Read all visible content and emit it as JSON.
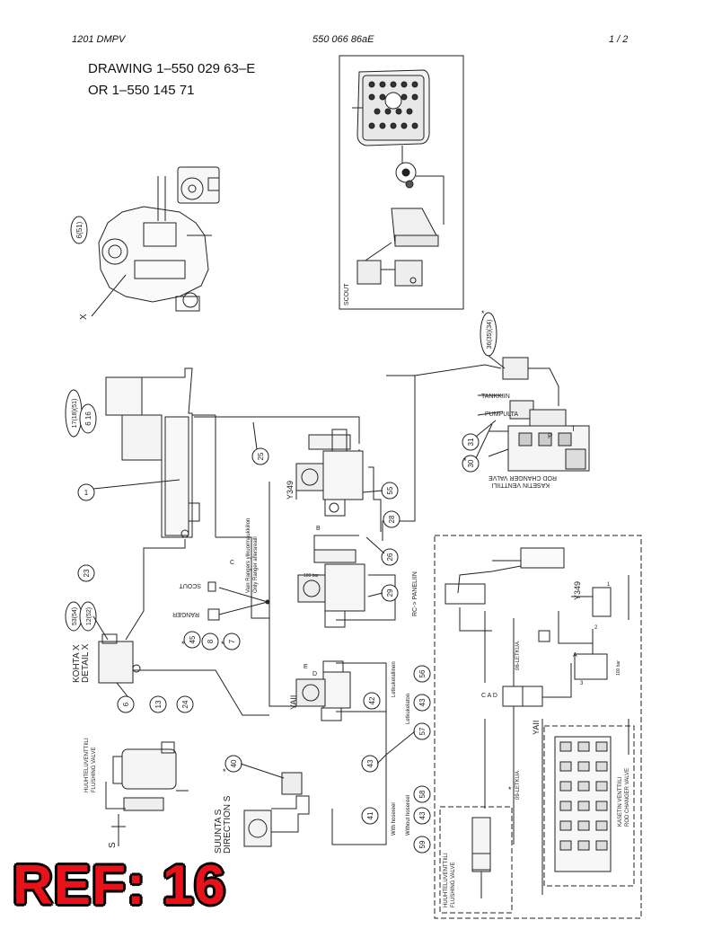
{
  "header": {
    "model": "1201  DMPV",
    "doc_number": "550 066 86aE",
    "page": "1 /  2"
  },
  "drawing_ref": {
    "line1": "DRAWING 1–550 029 63–E",
    "line2": "OR 1–550 145 71"
  },
  "labels": {
    "scout_box": "SCOUT",
    "tankkiin": "TANKKIIN",
    "pumpulta": "PUMPULTA",
    "kasetin_ventiili": "KASETIN VENTTIILI",
    "rod_changer_valve": "ROD CHANGER VALVE",
    "rc_paneliin": "RC-> PANELIIN",
    "scout": "SCOUT",
    "ranger": "RANGER",
    "vain_rangers": "Vain Rangers ylikuormaukkiilon",
    "only_ranger": "Only Ranger aflersreaill",
    "kohta_x": "KOHTA X",
    "detail_x": "DETAIL X",
    "huuhteluventtiili": "HUUHTELUVENTTIILI",
    "flushing_valve": "FLUSHING VALVE",
    "suunta_s": "SUUNTA S",
    "direction_s": "DIRECTION S",
    "letkukelalla": "Letkukelallinen",
    "letkukela": "Letkukelaton",
    "with_hosereel": "With hosereel",
    "without_hosereel": "Without hosereel",
    "y349_a": "Y349",
    "y349_b": "Y349",
    "yaii_a": "YAII",
    "yaii_b": "YAII",
    "x_mark": "X",
    "s_mark": "S",
    "letku_06": "06-LETKUA",
    "letku_09": "09-LETKUA",
    "bar_100": "100 bar",
    "bar_100b": "100 bar",
    "kasetti_ventiili_b": "KASETIN VENTTIILI",
    "rod_changer_b": "ROD CHANGER VALVE",
    "flush_b1": "HUUHTELUVENTTIILI",
    "flush_b2": "FLUSHING VALVE",
    "letter_a": "A",
    "letter_b": "B",
    "letter_c": "C",
    "letter_d": "D",
    "letter_e": "E",
    "letter_p": "P",
    "letter_t": "T",
    "cad": "C A D",
    "num_1": "1",
    "num_2": "2",
    "num_3": "3"
  },
  "callouts": [
    {
      "id": "c1",
      "text": "6(51)"
    },
    {
      "id": "c2",
      "text": "17(18)(51)"
    },
    {
      "id": "c3",
      "text": "6 16"
    },
    {
      "id": "c4",
      "text": "1"
    },
    {
      "id": "c5",
      "text": "25"
    },
    {
      "id": "c6",
      "text": "55"
    },
    {
      "id": "c7",
      "text": "28"
    },
    {
      "id": "c8",
      "text": "26"
    },
    {
      "id": "c9",
      "text": "29"
    },
    {
      "id": "c10",
      "text": "23"
    },
    {
      "id": "c11",
      "text": "53(54)"
    },
    {
      "id": "c12",
      "text": "12(52)"
    },
    {
      "id": "c13",
      "text": "45"
    },
    {
      "id": "c14",
      "text": "8"
    },
    {
      "id": "c15",
      "text": "7"
    },
    {
      "id": "c16",
      "text": "6"
    },
    {
      "id": "c17",
      "text": "13"
    },
    {
      "id": "c18",
      "text": "24"
    },
    {
      "id": "c19",
      "text": "42"
    },
    {
      "id": "c20",
      "text": "43"
    },
    {
      "id": "c21",
      "text": "56"
    },
    {
      "id": "c22",
      "text": "57"
    },
    {
      "id": "c23",
      "text": "43"
    },
    {
      "id": "c24",
      "text": "41"
    },
    {
      "id": "c25",
      "text": "58"
    },
    {
      "id": "c26",
      "text": "43"
    },
    {
      "id": "c27",
      "text": "59"
    },
    {
      "id": "c28",
      "text": "40"
    },
    {
      "id": "c29",
      "text": "36(35)(34)"
    },
    {
      "id": "c30",
      "text": "31"
    },
    {
      "id": "c31",
      "text": "30"
    }
  ],
  "watermark": "REF: 16"
}
